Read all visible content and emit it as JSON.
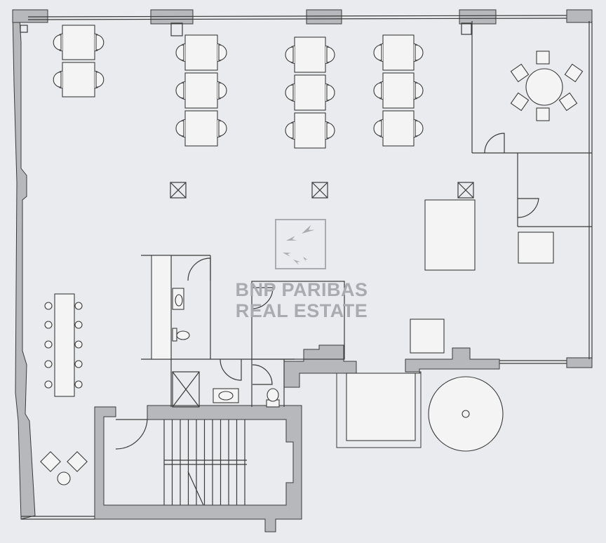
{
  "watermark": {
    "line1": "BNP PARIBAS",
    "line2": "REAL ESTATE",
    "logo_icon": "bnp-paribas-stars-logo",
    "color": "#a9abb0"
  },
  "colors": {
    "background": "#eaebee",
    "wall_fill": "#b7b8bc",
    "line": "#3a3a3a",
    "paper": "#eaebee"
  },
  "plan": {
    "rooms": [
      "open-office",
      "meeting-room",
      "small-office",
      "toilets",
      "stairwell",
      "elevator",
      "spiral-stair",
      "kitchenette",
      "lounge-corner"
    ]
  }
}
